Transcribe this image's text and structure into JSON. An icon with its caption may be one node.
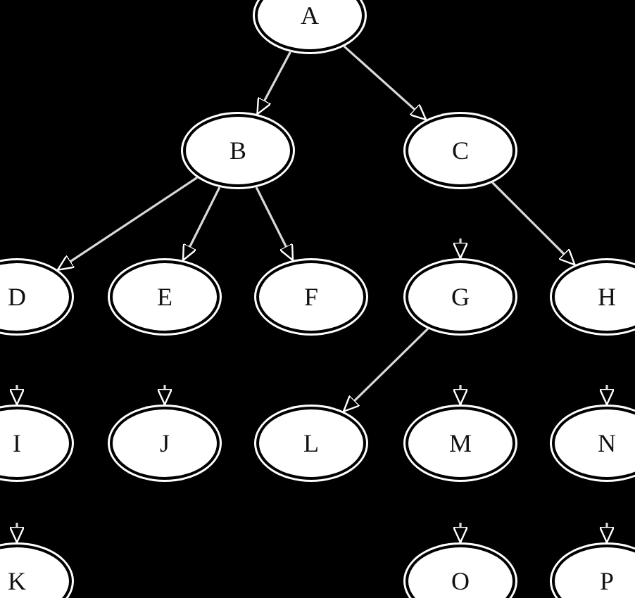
{
  "diagram": {
    "nodes": [
      {
        "text": [
          "A"
        ]
      },
      {
        "text": [
          "B"
        ]
      },
      {
        "text": [
          "C"
        ]
      },
      {
        "text": [
          "D"
        ]
      },
      {
        "text": [
          "E"
        ]
      },
      {
        "text": [
          "F"
        ]
      },
      {
        "text": [
          "G"
        ]
      },
      {
        "text": [
          "H"
        ]
      },
      {
        "text": [
          "I"
        ]
      },
      {
        "text": [
          "J"
        ]
      },
      {
        "text": [
          "L"
        ]
      },
      {
        "text": [
          "M"
        ]
      },
      {
        "text": [
          "N"
        ]
      },
      {
        "text": [
          "K"
        ]
      },
      {
        "text": [
          "O"
        ]
      },
      {
        "text": [
          "P"
        ]
      }
    ],
    "edges": [
      {
        "from": 0,
        "to": 1,
        "arrow": "to"
      },
      {
        "from": 0,
        "to": 2,
        "arrow": "to"
      },
      {
        "from": 1,
        "to": 3,
        "arrow": "to"
      },
      {
        "from": 1,
        "to": 4,
        "arrow": "to"
      },
      {
        "from": 1,
        "to": 5,
        "arrow": "to"
      },
      {
        "from": 2,
        "to": 7,
        "arrow": "to"
      },
      {
        "from": 6,
        "to": 10,
        "arrow": "to"
      },
      {
        "from": null,
        "to": 6,
        "arrow": "to"
      },
      {
        "from": null,
        "to": 8,
        "arrow": "to"
      },
      {
        "from": null,
        "to": 9,
        "arrow": "to"
      },
      {
        "from": null,
        "to": 11,
        "arrow": "to"
      },
      {
        "from": null,
        "to": 12,
        "arrow": "to"
      },
      {
        "from": null,
        "to": 13,
        "arrow": "to"
      },
      {
        "from": null,
        "to": 14,
        "arrow": "to"
      },
      {
        "from": null,
        "to": 15,
        "arrow": "to"
      }
    ]
  }
}
